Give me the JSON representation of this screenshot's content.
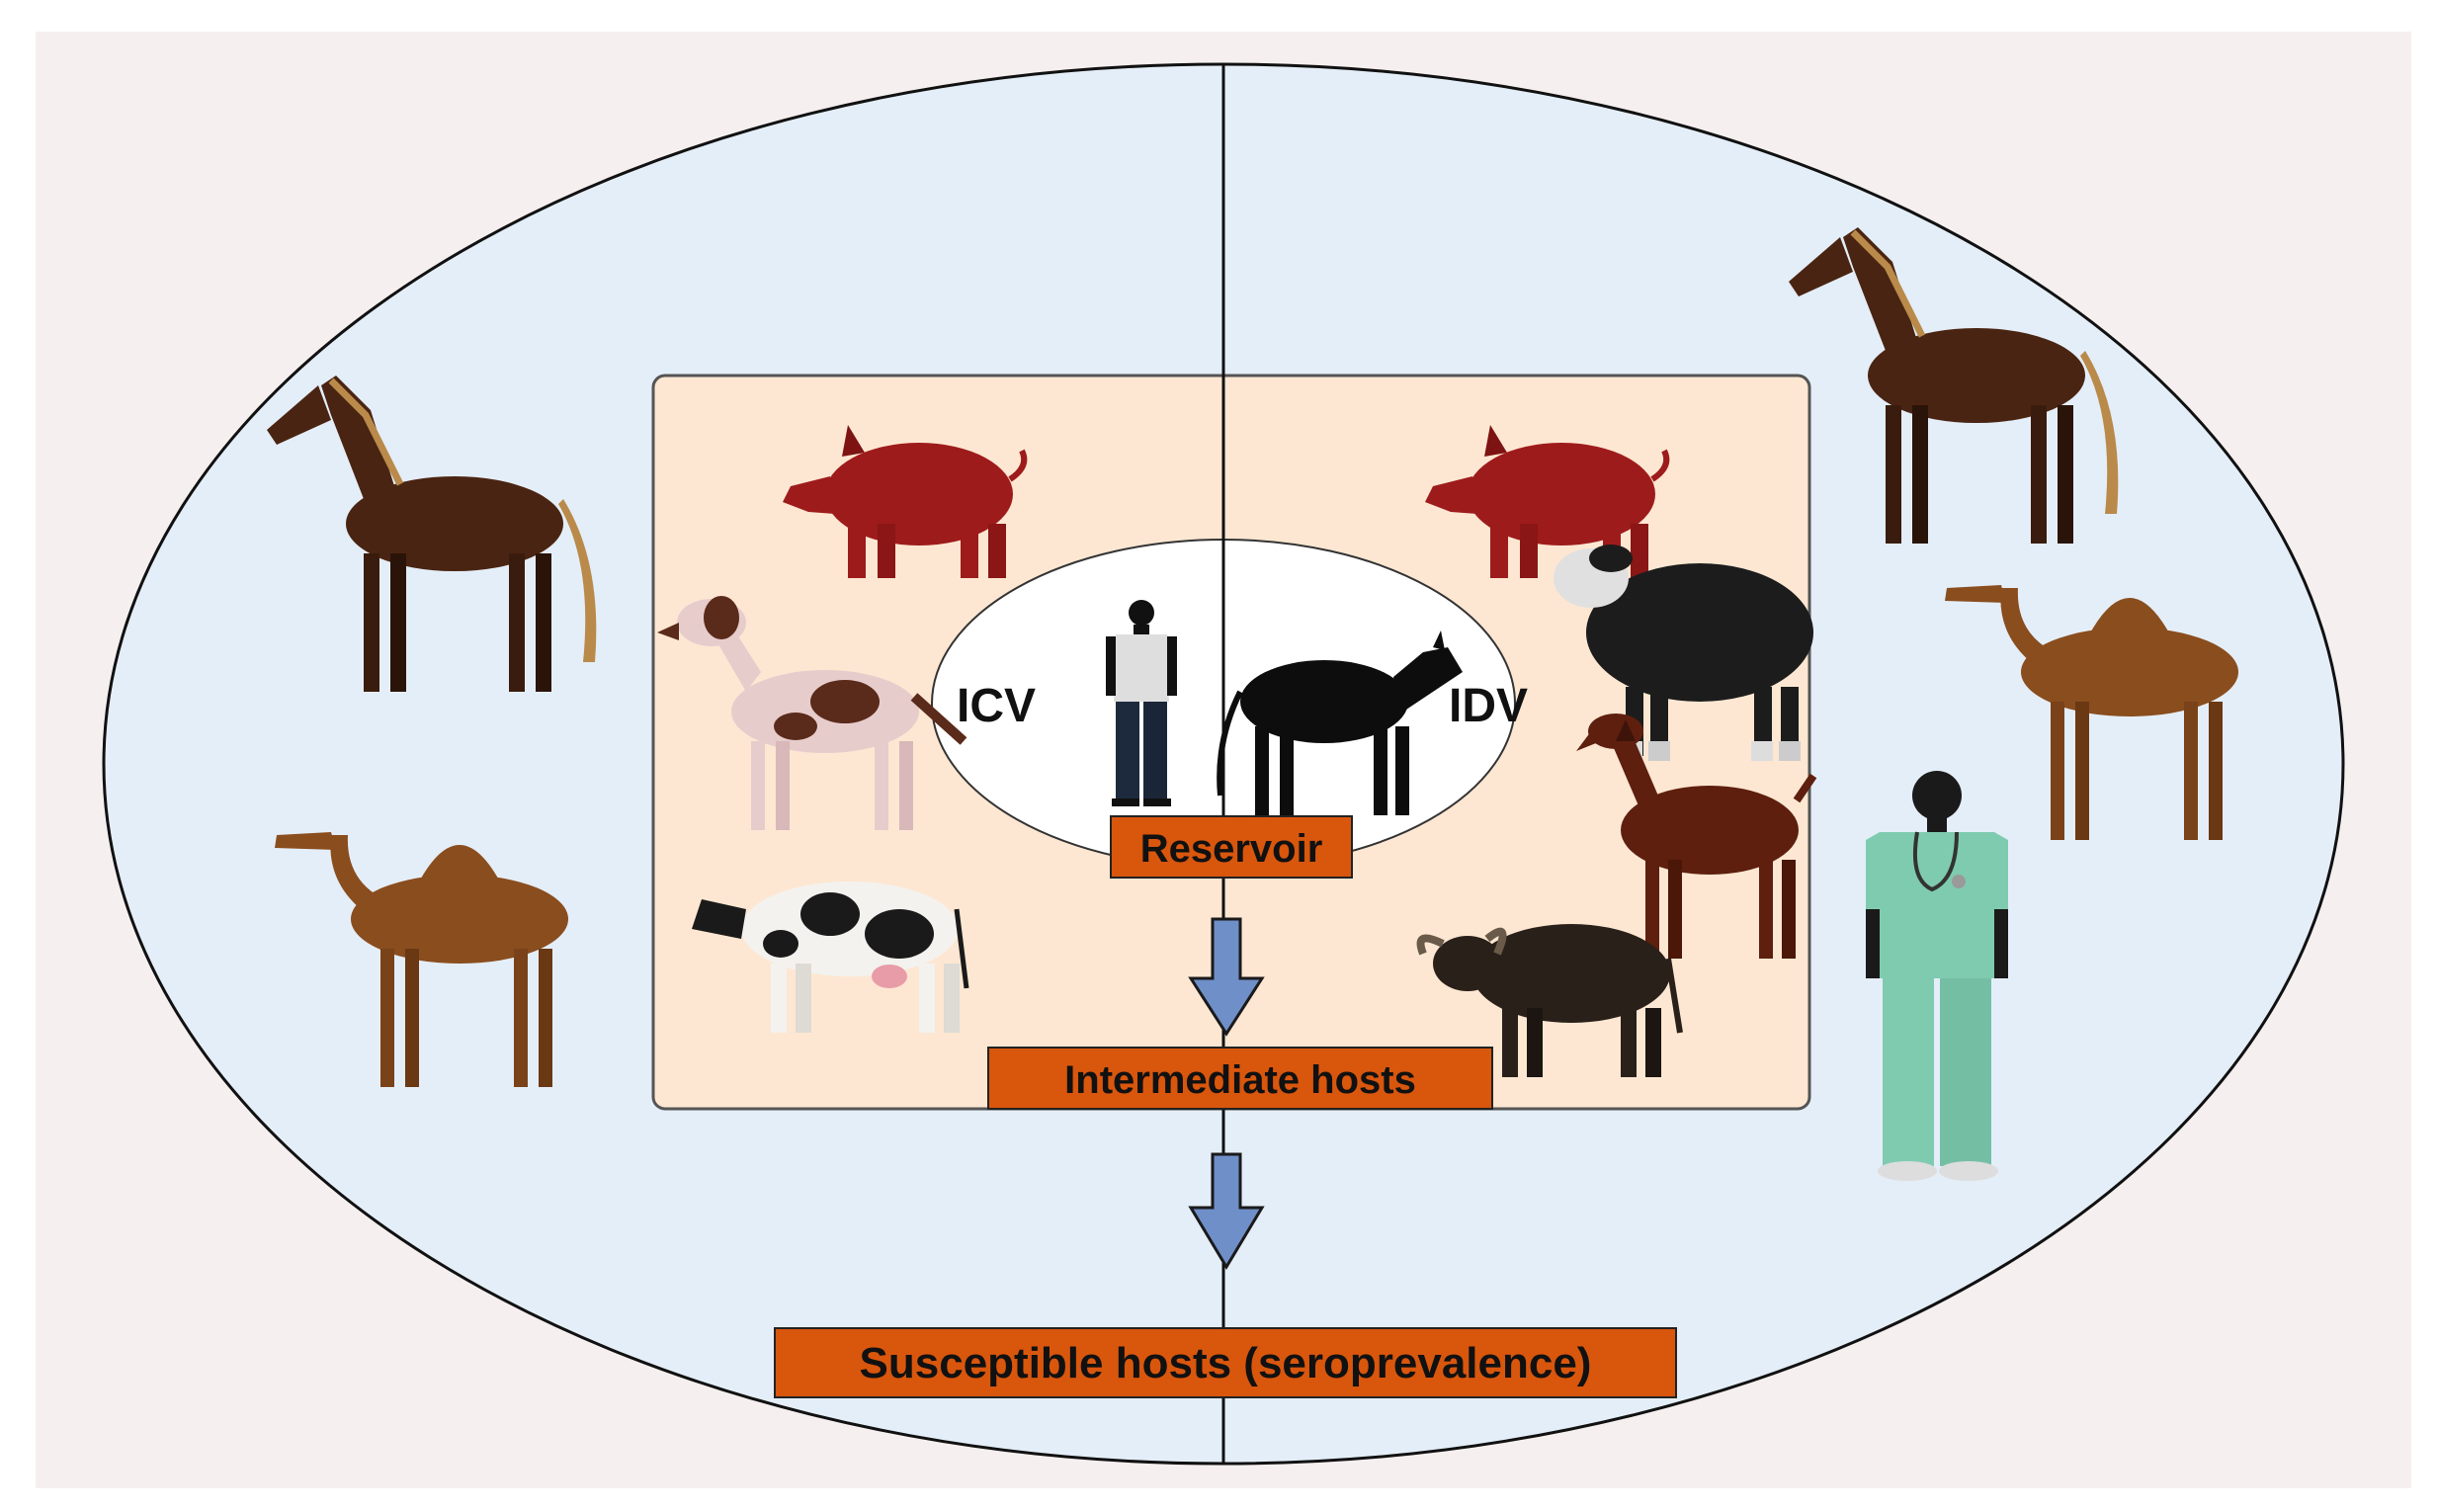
{
  "labels": {
    "icv": "ICV",
    "idv": "IDV",
    "reservoir": "Reservoir",
    "intermediate": "Intermediate hosts",
    "susceptible": "Susceptible hosts (seroprevalence)"
  },
  "colors": {
    "background": "#f6eff0",
    "outer_ellipse_fill": "#e4eef8",
    "middle_box_fill": "#fde7d2",
    "inner_ellipse_fill": "#ffffff",
    "label_box_fill": "#d9560d",
    "arrow_fill": "#6f8fc8",
    "pig": "#9e1b1b",
    "horse": "#4a2412",
    "camel": "#8a4d1e",
    "scrubs": "#7fcbb0"
  },
  "icons": {
    "left": [
      "pig-icon",
      "dog-icon",
      "cow-icon",
      "human-icon"
    ],
    "right": [
      "pig-icon",
      "sheep-icon",
      "goat-icon",
      "buffalo-icon",
      "calf-icon"
    ],
    "outer_left": [
      "horse-icon",
      "camel-icon"
    ],
    "outer_right": [
      "horse-icon",
      "camel-icon",
      "veterinarian-icon"
    ]
  }
}
